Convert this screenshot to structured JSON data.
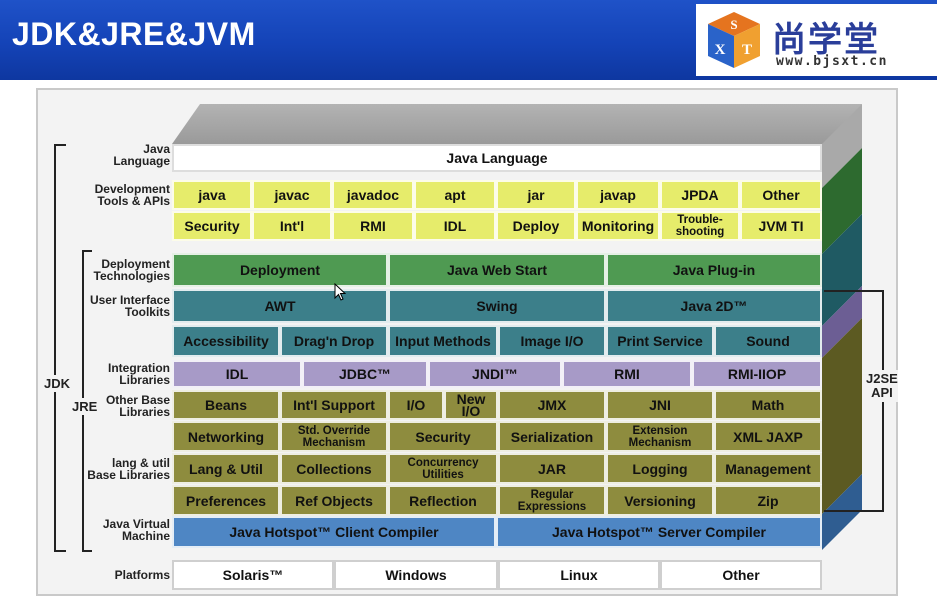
{
  "header": {
    "title": "JDK&JRE&JVM",
    "logo_cube_letters": [
      "S",
      "X",
      "T"
    ],
    "logo_text": "尚学堂",
    "logo_url": "www.bjsxt.cn"
  },
  "colors": {
    "header_blue": "#1443b7",
    "java_language": "#ffffff",
    "tools": "#e6ec6b",
    "deployment": "#4f9a52",
    "ui_toolkits": "#3c7f8a",
    "integration": "#a79ac7",
    "base_libraries": "#8e8c3e",
    "jvm": "#4e86c4",
    "platforms": "#ffffff"
  },
  "diagram": {
    "side_labels": {
      "java_language": [
        "Java",
        "Language"
      ],
      "dev_tools": [
        "Development",
        "Tools & APIs"
      ],
      "deployment": [
        "Deployment",
        "Technologies"
      ],
      "ui_toolkits": [
        "User Interface",
        "Toolkits"
      ],
      "integration": [
        "Integration",
        "Libraries"
      ],
      "other_base": [
        "Other Base",
        "Libraries"
      ],
      "lang_util": [
        "lang & util",
        "Base Libraries"
      ],
      "jvm": [
        "Java Virtual",
        "Machine"
      ],
      "platforms": [
        "Platforms"
      ]
    },
    "bracket_labels": {
      "jdk": "JDK",
      "jre": "JRE",
      "j2se_api": [
        "J2SE",
        "API"
      ]
    },
    "rows": {
      "java_language": [
        "Java Language"
      ],
      "tools_row1": [
        "java",
        "javac",
        "javadoc",
        "apt",
        "jar",
        "javap",
        "JPDA",
        "Other"
      ],
      "tools_row2": [
        "Security",
        "Int'l",
        "RMI",
        "IDL",
        "Deploy",
        "Monitoring",
        "Trouble-\nshooting",
        "JVM TI"
      ],
      "deployment": [
        "Deployment",
        "Java Web Start",
        "Java Plug-in"
      ],
      "ui_row1": [
        "AWT",
        "Swing",
        "Java 2D™"
      ],
      "ui_row2": [
        "Accessibility",
        "Drag'n Drop",
        "Input Methods",
        "Image I/O",
        "Print Service",
        "Sound"
      ],
      "integration": [
        "IDL",
        "JDBC™",
        "JNDI™",
        "RMI",
        "RMI-IIOP"
      ],
      "other_base": [
        "Beans",
        "Int'l Support",
        "I/O",
        "New I/O",
        "JMX",
        "JNI",
        "Math"
      ],
      "base_row2": [
        "Networking",
        "Std. Override\nMechanism",
        "Security",
        "Serialization",
        "Extension\nMechanism",
        "XML JAXP"
      ],
      "lang_row1": [
        "Lang & Util",
        "Collections",
        "Concurrency\nUtilities",
        "JAR",
        "Logging",
        "Management"
      ],
      "lang_row2": [
        "Preferences",
        "Ref Objects",
        "Reflection",
        "Regular\nExpressions",
        "Versioning",
        "Zip"
      ],
      "jvm": [
        "Java Hotspot™ Client Compiler",
        "Java Hotspot™ Server Compiler"
      ],
      "platforms": [
        "Solaris™",
        "Windows",
        "Linux",
        "Other"
      ]
    }
  }
}
